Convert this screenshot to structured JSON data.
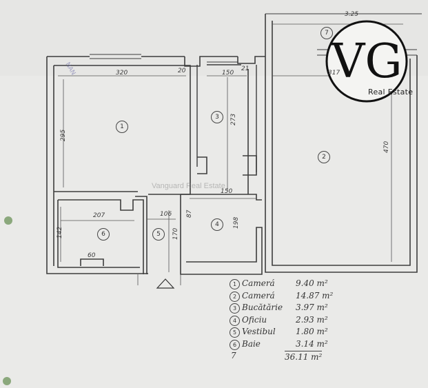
{
  "dimensions": {
    "room1_width": "320",
    "room1_height": "295",
    "room3_width": "150",
    "room3_height": "273",
    "room2_top_width": "3.25",
    "room2_width": "317",
    "room2_height": "470",
    "hall_width": "150",
    "bath_width": "207",
    "bath_height": "142",
    "vest_width": "106",
    "vest_height": "170",
    "ofic_height": "198",
    "door_small": "87",
    "niche_a": "20",
    "niche_b": "21",
    "bath_fixture": "60"
  },
  "room_labels": [
    "1",
    "2",
    "3",
    "4",
    "5",
    "6",
    "7"
  ],
  "legend": {
    "rows": [
      {
        "num": "1",
        "name": "Camerá",
        "area": "9.40 m²"
      },
      {
        "num": "2",
        "name": "Camerá",
        "area": "14.87 m²"
      },
      {
        "num": "3",
        "name": "Bucătărie",
        "area": "3.97 m²"
      },
      {
        "num": "4",
        "name": "Oficiu",
        "area": "2.93 m²"
      },
      {
        "num": "5",
        "name": "Vestibul",
        "area": "1.80 m²"
      },
      {
        "num": "6",
        "name": "Baie",
        "area": "3.14 m²"
      }
    ],
    "total_prefix": "7",
    "total": "36.11 m²"
  },
  "logo": {
    "monogram": "VG",
    "subtitle": "Real Estate"
  },
  "watermark": "Vanguard Real Estate",
  "stamp": "NAN"
}
